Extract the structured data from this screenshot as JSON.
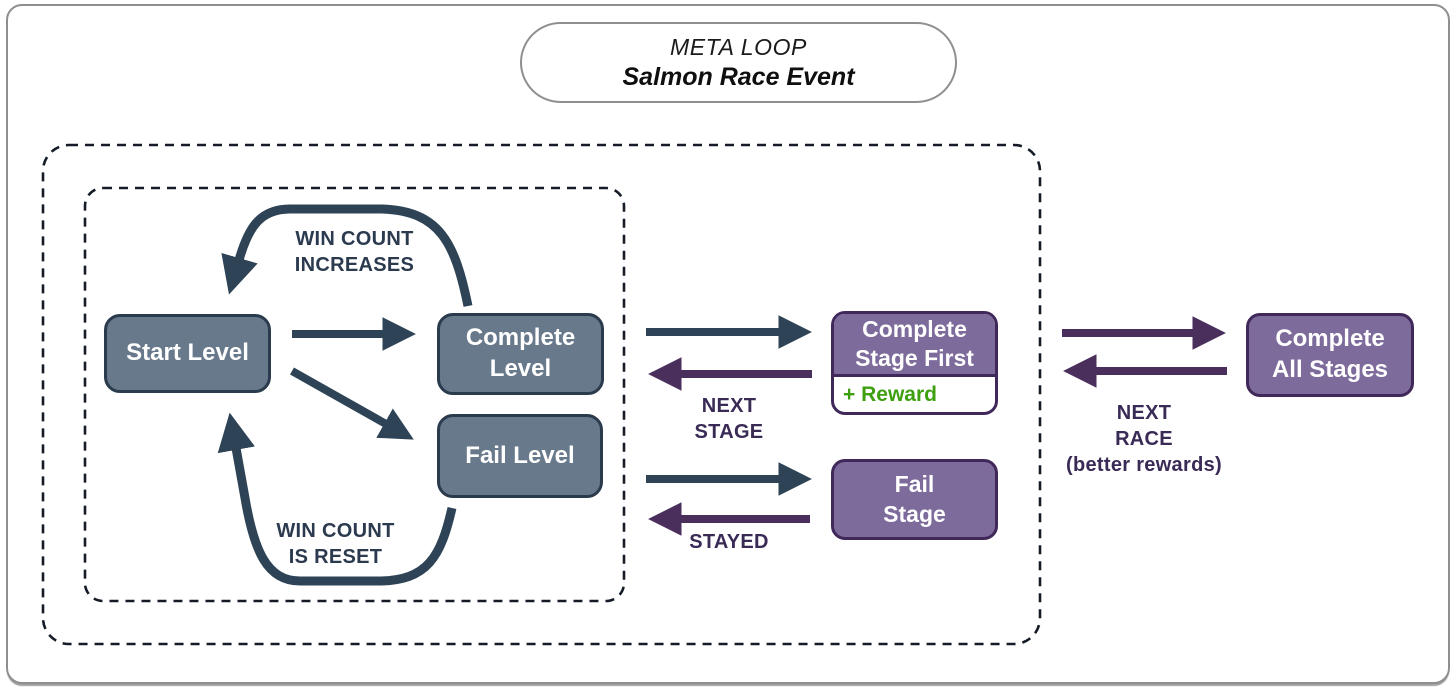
{
  "title": {
    "line1": "META LOOP",
    "line2": "Salmon Race Event"
  },
  "colors": {
    "slate_fill": "#68798C",
    "slate_border": "#2A3B4D",
    "navy": "#2E4356",
    "navy_text": "#2B3A4E",
    "purple_fill": "#7D6B9B",
    "purple_border": "#40295A",
    "purple": "#4A2E5C",
    "purple_text": "#3A2A56",
    "green": "#3EA00F",
    "frame_border": "#8F8F8F",
    "dash": "#151C27"
  },
  "inner_loop": {
    "boxes": {
      "start": "Start Level",
      "complete": "Complete\nLevel",
      "fail": "Fail Level"
    },
    "labels": {
      "win_increases": "WIN COUNT\nINCREASES",
      "win_reset": "WIN COUNT\nIS RESET"
    }
  },
  "stages": {
    "complete_stage": {
      "title": "Complete\nStage First",
      "reward": "+ Reward"
    },
    "fail_stage": "Fail\nStage",
    "labels": {
      "next_stage": "NEXT\nSTAGE",
      "stayed": "STAYED"
    }
  },
  "race": {
    "complete_all": "Complete\nAll Stages",
    "label": "NEXT\nRACE\n(better rewards)"
  }
}
